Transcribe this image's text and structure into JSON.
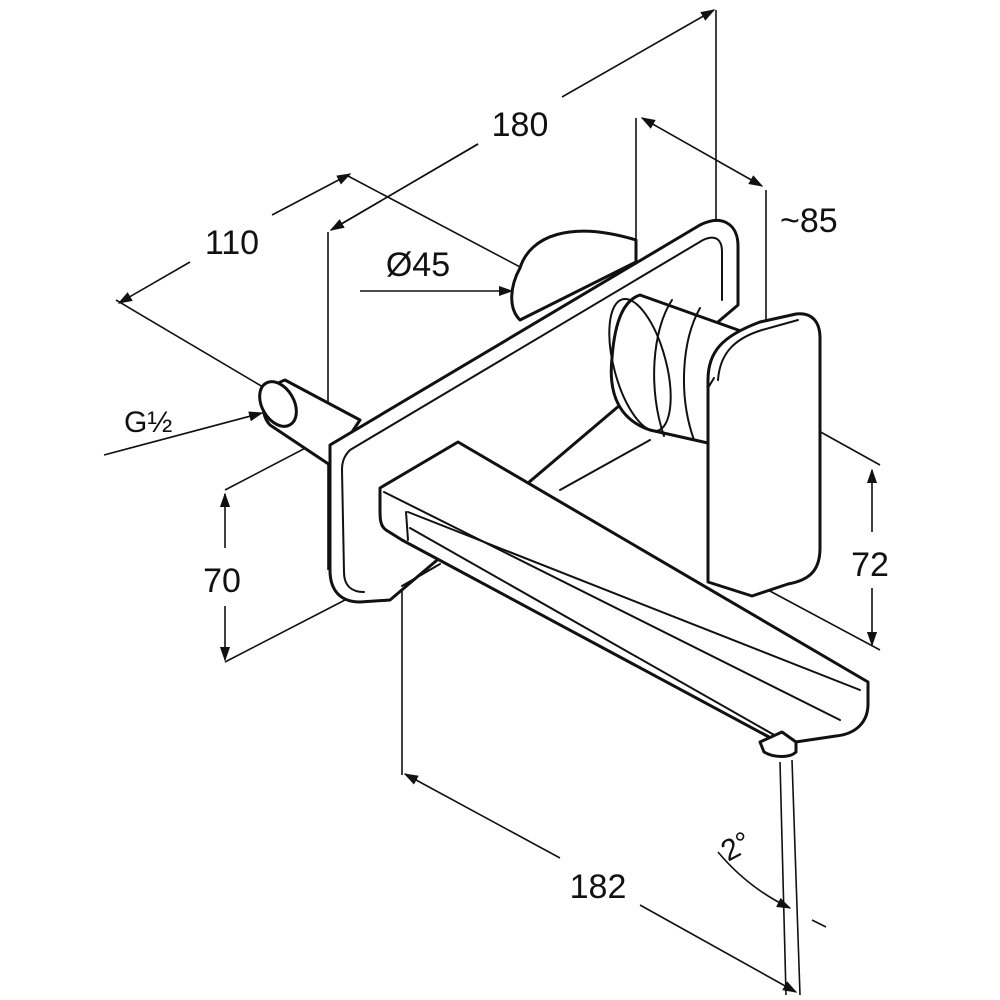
{
  "dimensions": {
    "total_length": "180",
    "depth": "~85",
    "rosette_offset": "110",
    "cartridge_diameter": "Ø45",
    "thread": "G½",
    "height_left": "70",
    "height_right": "72",
    "spout_length": "182",
    "spout_angle": "2°"
  }
}
